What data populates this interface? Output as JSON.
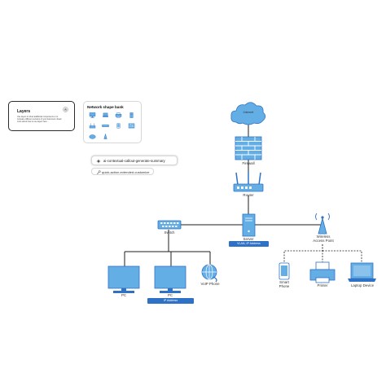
{
  "layers_panel": {
    "title": "Layers",
    "description": "Use layers to show additional components or to compare different versions of your document. Read more about how to use layers here."
  },
  "shape_bank": {
    "title": "Network shape bank",
    "icons": [
      "monitor-icon",
      "laptop-icon",
      "printer-icon",
      "server-icon",
      "router-icon",
      "switch-icon",
      "phone-icon",
      "cloud-icon",
      "firewall-icon",
      "antenna-icon",
      "tablet-icon",
      "hub-icon"
    ]
  },
  "callouts": {
    "primary": "ai-contextual-callout-generate-summary",
    "secondary": "quick-action-extended-customize"
  },
  "nodes": {
    "internet": "Internet",
    "firewall": "Firewall",
    "router": "Router",
    "server": "Server",
    "switch": "Switch",
    "wireless": "Wireless Access Point",
    "pc1": "PC",
    "pc2": "PC",
    "voip": "VoIP Phone",
    "smartphone": "Smart Phone",
    "printer": "Printer",
    "laptop": "Laptop Device"
  },
  "badges": {
    "vlan": "VLAN, IP Address",
    "ip": "IP Address"
  },
  "colors": {
    "device_fill": "#64aee6",
    "device_stroke": "#2f71c4",
    "badge": "#2f71c4",
    "line": "#1e1e1e"
  }
}
